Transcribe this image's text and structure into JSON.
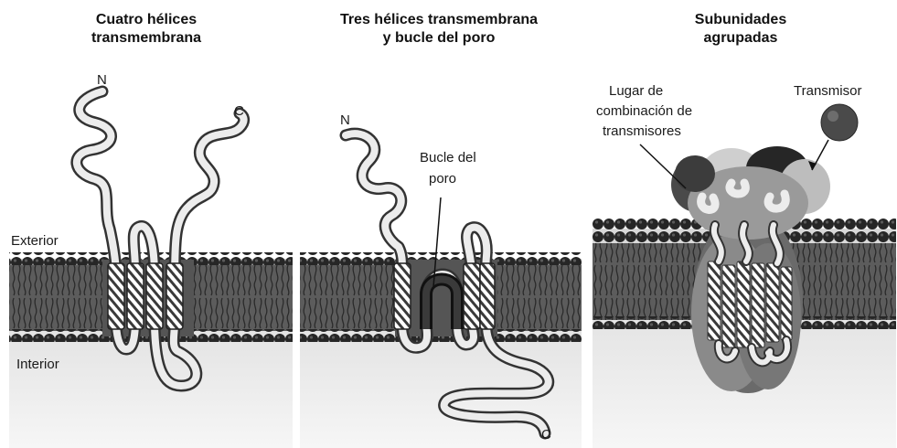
{
  "panels": [
    {
      "title_lines": [
        "Cuatro hélices",
        "transmembrana"
      ],
      "labels": {
        "n_terminal": "N",
        "c_terminal": "C",
        "exterior": "Exterior",
        "interior": "Interior"
      }
    },
    {
      "title_lines": [
        "Tres hélices transmembrana",
        "y bucle del poro"
      ],
      "labels": {
        "n_terminal": "N",
        "c_terminal": "C",
        "pore_loop": [
          "Bucle del",
          "poro"
        ]
      }
    },
    {
      "title_lines": [
        "Subunidades",
        "agrupadas"
      ],
      "labels": {
        "binding_site": [
          "Lugar de",
          "combinación de",
          "transmisores"
        ],
        "transmitter": "Transmisor"
      }
    }
  ]
}
